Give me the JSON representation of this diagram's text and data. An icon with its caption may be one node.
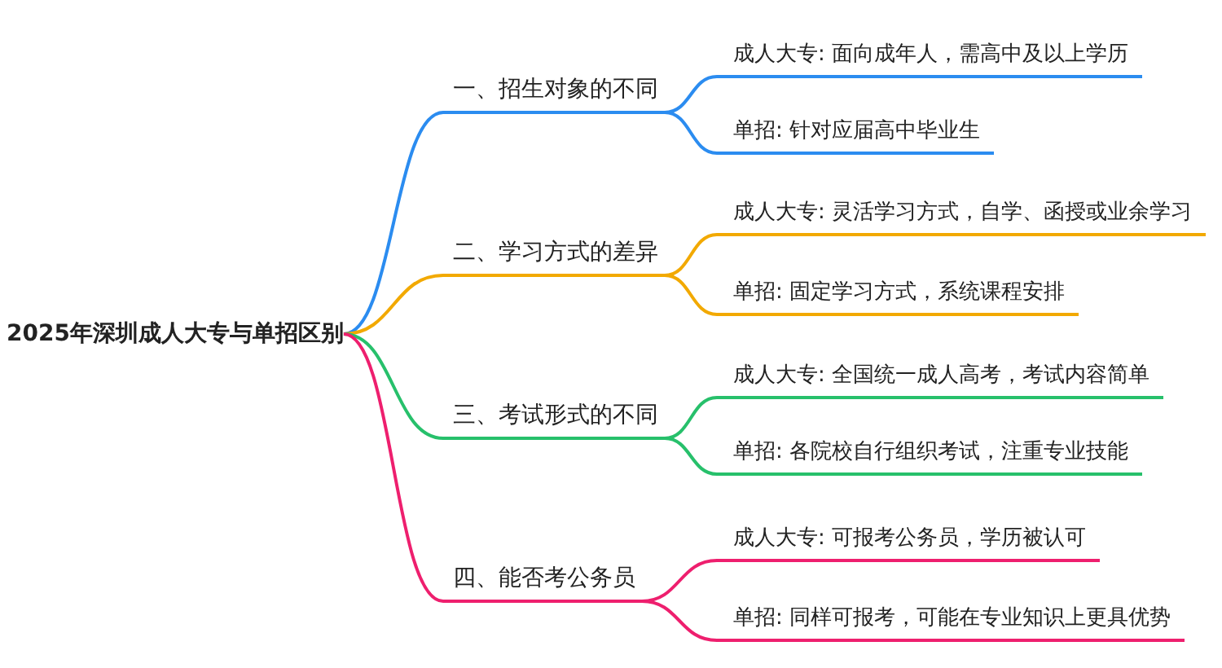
{
  "diagram": {
    "nodes": [
      {
        "text": [
          "2025年深圳成人大专与单招区别"
        ]
      },
      {
        "text": [
          "一、招生对象的不同"
        ]
      },
      {
        "text": [
          "成人大专: 面向成年人，需高中及以上学历"
        ]
      },
      {
        "text": [
          "单招: 针对应届高中毕业生"
        ]
      },
      {
        "text": [
          "二、学习方式的差异"
        ]
      },
      {
        "text": [
          "成人大专: 灵活学习方式，自学、函授或业余学习"
        ]
      },
      {
        "text": [
          "单招: 固定学习方式，系统课程安排"
        ]
      },
      {
        "text": [
          "三、考试形式的不同"
        ]
      },
      {
        "text": [
          "成人大专: 全国统一成人高考，考试内容简单"
        ]
      },
      {
        "text": [
          "单招: 各院校自行组织考试，注重专业技能"
        ]
      },
      {
        "text": [
          "四、能否考公务员"
        ]
      },
      {
        "text": [
          "成人大专: 可报考公务员，学历被认可"
        ]
      },
      {
        "text": [
          "单招: 同样可报考，可能在专业知识上更具优势"
        ]
      }
    ],
    "edges": [
      {
        "from": 0,
        "to": 1,
        "arrow": "none",
        "color": "#2b8cf0"
      },
      {
        "from": 1,
        "to": 2,
        "arrow": "none",
        "color": "#2b8cf0"
      },
      {
        "from": 1,
        "to": 3,
        "arrow": "none",
        "color": "#2b8cf0"
      },
      {
        "from": 0,
        "to": 4,
        "arrow": "none",
        "color": "#f2a900"
      },
      {
        "from": 4,
        "to": 5,
        "arrow": "none",
        "color": "#f2a900"
      },
      {
        "from": 4,
        "to": 6,
        "arrow": "none",
        "color": "#f2a900"
      },
      {
        "from": 0,
        "to": 7,
        "arrow": "none",
        "color": "#27c06b"
      },
      {
        "from": 7,
        "to": 8,
        "arrow": "none",
        "color": "#27c06b"
      },
      {
        "from": 7,
        "to": 9,
        "arrow": "none",
        "color": "#27c06b"
      },
      {
        "from": 0,
        "to": 10,
        "arrow": "none",
        "color": "#ee1f6e"
      },
      {
        "from": 10,
        "to": 11,
        "arrow": "none",
        "color": "#ee1f6e"
      },
      {
        "from": 10,
        "to": 12,
        "arrow": "none",
        "color": "#ee1f6e"
      }
    ]
  }
}
